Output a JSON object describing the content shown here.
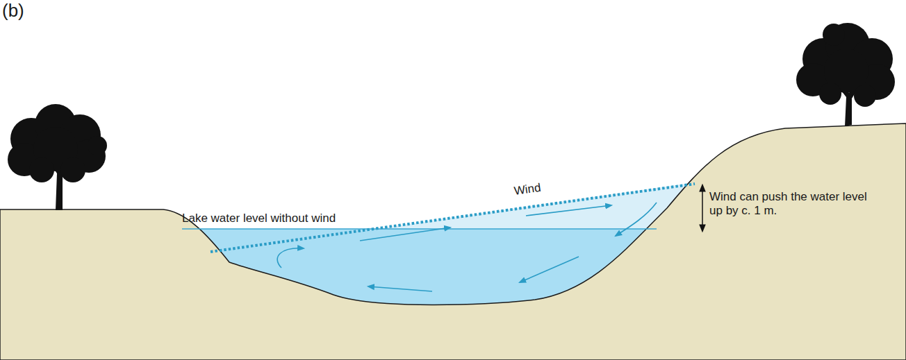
{
  "diagram": {
    "labels": [
      "(b)",
      "Lake water level without wind",
      "Wind",
      "Wind can push the water level up by c. 1 m."
    ]
  }
}
